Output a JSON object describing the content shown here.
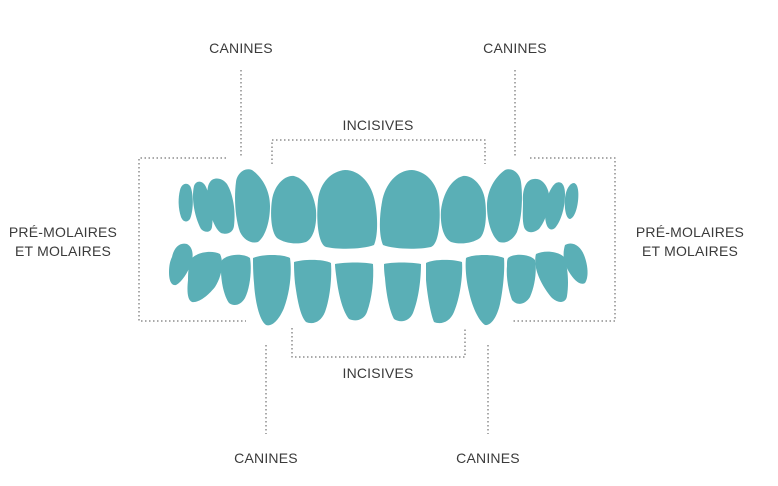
{
  "labels": {
    "canines_top_left": "CANINES",
    "canines_top_right": "CANINES",
    "incisives_top": "INCISIVES",
    "premolars_left_line1": "PRÉ-MOLAIRES",
    "premolars_left_line2": "ET MOLAIRES",
    "premolars_right_line1": "PRÉ-MOLAIRES",
    "premolars_right_line2": "ET MOLAIRES",
    "incisives_bottom": "INCISIVES",
    "canines_bottom_left": "CANINES",
    "canines_bottom_right": "CANINES"
  },
  "colors": {
    "tooth": "#5aafb6",
    "guide_line": "#555555",
    "text": "#3a3a3a",
    "background": "#ffffff"
  }
}
